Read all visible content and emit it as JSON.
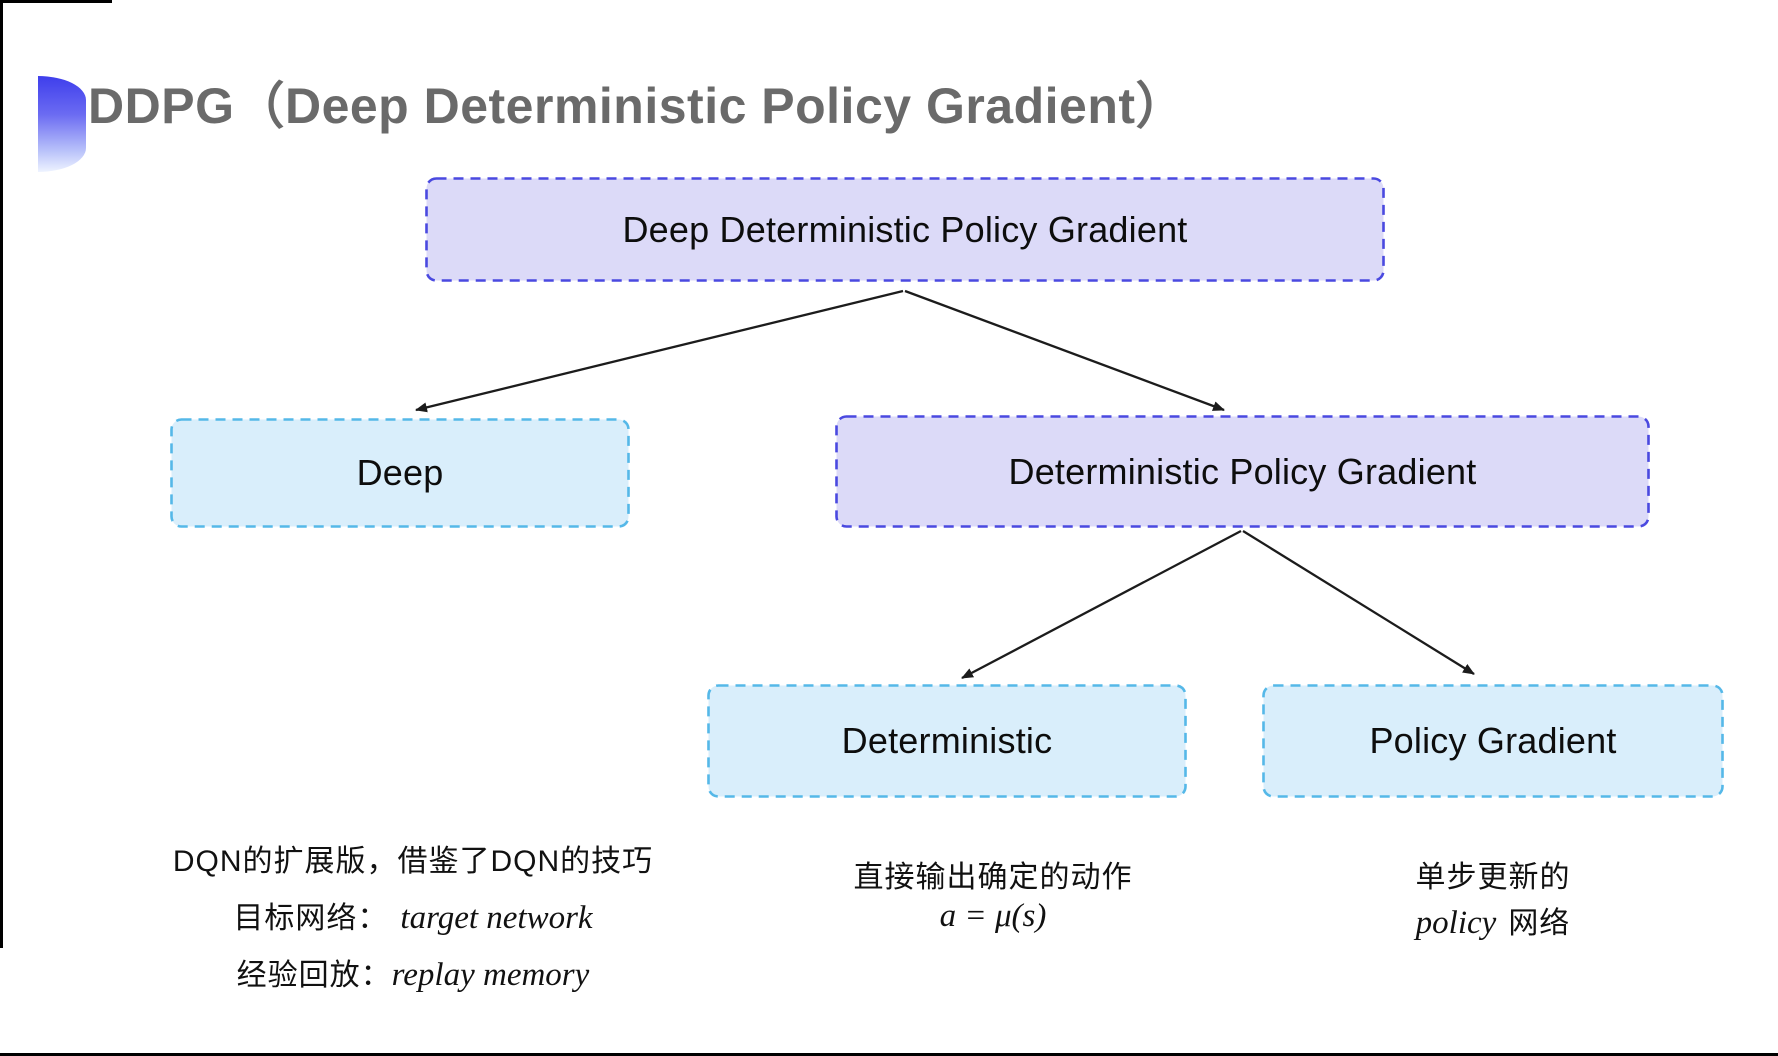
{
  "title": "DDPG（Deep Deterministic Policy Gradient）",
  "colors": {
    "accent_bullet_blue": "#3e3eec",
    "title_gray": "#6a6a6a",
    "purple_node_fill": "#dcdaf8",
    "purple_node_border": "#4a49e0",
    "blue_node_fill": "#d9eefb",
    "blue_node_border": "#55b8e8",
    "arrow_black": "#1c1c1c",
    "text_black": "#0d0d0d"
  },
  "tree": {
    "root": "Deep Deterministic Policy Gradient",
    "deep": "Deep",
    "dpg": "Deterministic Policy Gradient",
    "deterministic": "Deterministic",
    "policy_gradient": "Policy Gradient"
  },
  "notes": {
    "deep": {
      "line1": "DQN的扩展版，借鉴了DQN的技巧",
      "target_label": "目标网络：",
      "target_value": "target network",
      "replay_label": "经验回放：",
      "replay_value": "replay memory"
    },
    "deterministic": {
      "line1": "直接输出确定的动作",
      "formula": "a = μ(s)"
    },
    "policy_gradient": {
      "line1": "单步更新的",
      "word_en": "policy",
      "word_cn": "网络"
    }
  }
}
